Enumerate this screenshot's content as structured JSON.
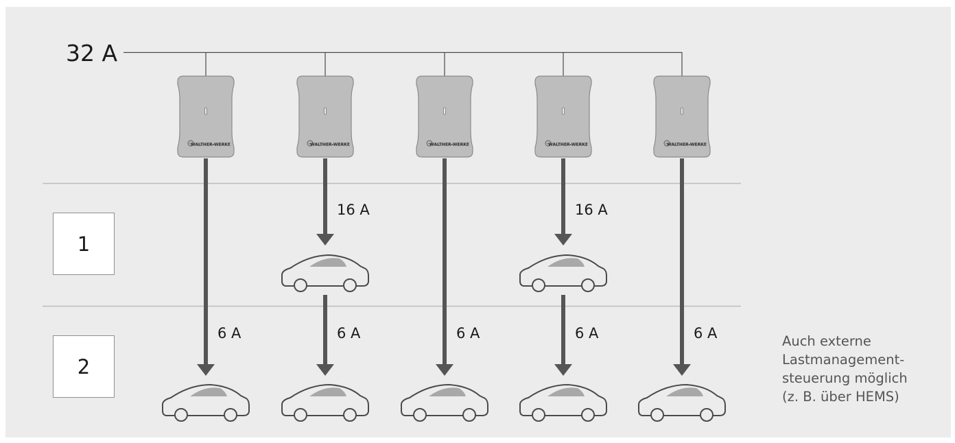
{
  "supply": {
    "label": "32 A"
  },
  "steps": [
    {
      "label": "1"
    },
    {
      "label": "2"
    }
  ],
  "wallbox": {
    "brand": "WALTHER-WERKE",
    "count": 5
  },
  "columns": [
    {
      "step1": null,
      "step2": "6 A"
    },
    {
      "step1": "16 A",
      "step2": "6 A"
    },
    {
      "step1": null,
      "step2": "6 A"
    },
    {
      "step1": "16 A",
      "step2": "6 A"
    },
    {
      "step1": null,
      "step2": "6 A"
    }
  ],
  "note": {
    "lines": [
      "Auch externe",
      "Lastmanagement-",
      "steuerung möglich",
      "(z. B. über HEMS)"
    ]
  },
  "colors": {
    "panel": "#ececec",
    "wallbox": "#bdbdbd",
    "arrow": "#555555",
    "divider": "#bcbcbc",
    "car_stroke": "#4a4a4a",
    "car_window": "#a8a8a8",
    "note_text": "#555555"
  }
}
